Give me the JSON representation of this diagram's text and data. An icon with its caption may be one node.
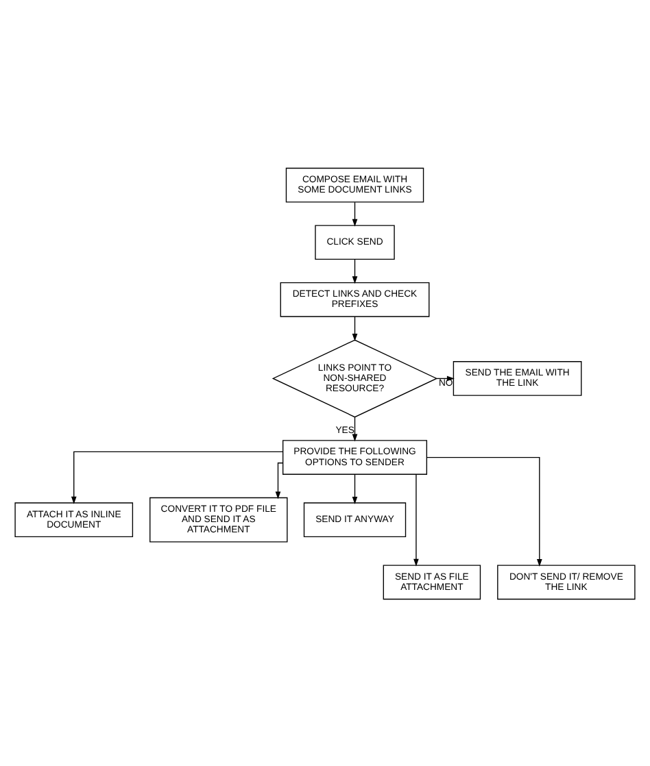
{
  "diagram": {
    "nodes": [
      {
        "text": [
          "COMPOSE EMAIL WITH SOME DOCUMENT LINKS"
        ]
      },
      {
        "text": [
          "CLICK SEND"
        ]
      },
      {
        "text": [
          "DETECT LINKS AND CHECK PREFIXES"
        ]
      },
      {
        "text": [
          "LINKS POINT TO NON-SHARED RESOURCE?"
        ]
      },
      {
        "text": [
          "SEND THE EMAIL WITH THE LINK"
        ]
      },
      {
        "text": [
          "PROVIDE THE FOLLOWING OPTIONS TO SENDER"
        ]
      },
      {
        "text": [
          "ATTACH IT AS INLINE DOCUMENT"
        ]
      },
      {
        "text": [
          "CONVERT IT TO PDF FILE AND SEND IT AS ATTACHMENT"
        ]
      },
      {
        "text": [
          "SEND IT ANYWAY"
        ]
      },
      {
        "text": [
          "SEND IT AS FILE ATTACHMENT"
        ]
      },
      {
        "text": [
          "DON'T SEND IT/ REMOVE THE LINK"
        ]
      }
    ],
    "edges": [
      {
        "from": 0,
        "to": 1,
        "arrow": "to"
      },
      {
        "from": 1,
        "to": 2,
        "arrow": "to"
      },
      {
        "from": 2,
        "to": 3,
        "arrow": "to"
      },
      {
        "from": 3,
        "to": 4,
        "label": "NO",
        "arrow": "to"
      },
      {
        "from": 3,
        "to": 5,
        "label": "YES",
        "arrow": "to"
      },
      {
        "from": 5,
        "to": 6,
        "arrow": "to"
      },
      {
        "from": 5,
        "to": 9,
        "arrow": "to"
      },
      {
        "from": 5,
        "to": 7,
        "arrow": "to"
      },
      {
        "from": 5,
        "to": 10,
        "arrow": "to"
      },
      {
        "from": 5,
        "to": 8,
        "arrow": "to"
      }
    ]
  }
}
